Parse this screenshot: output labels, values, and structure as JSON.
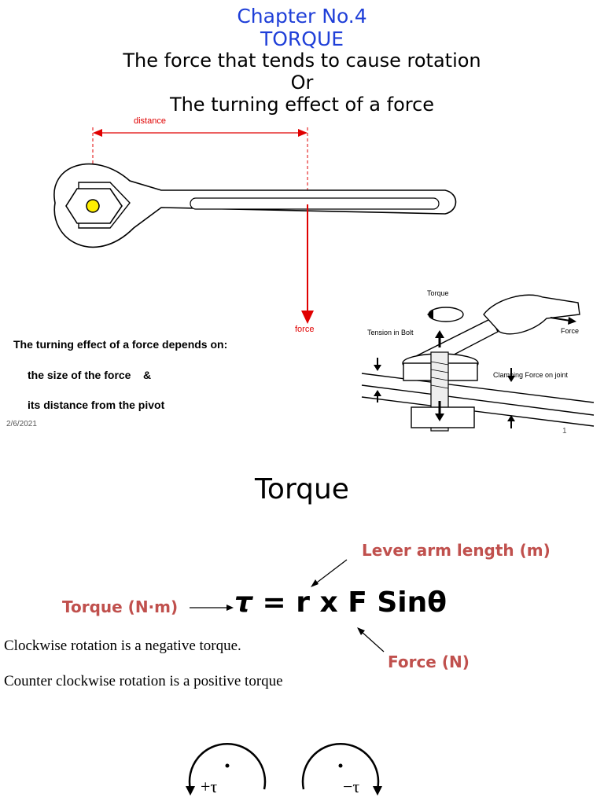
{
  "slide1": {
    "chapter": "Chapter No.4",
    "title": "TORQUE",
    "definition1": "The force that tends to cause rotation",
    "or": "Or",
    "definition2": "The turning effect of a force",
    "wrench_labels": {
      "distance": "distance",
      "force": "force"
    },
    "bolt_diagram_labels": {
      "torque": "Torque",
      "tension": "Tension in Bolt",
      "force": "Force",
      "clamping": "Clamping Force on joint"
    },
    "depends_heading": "The turning effect of a force depends on:",
    "factor1": "the size of the force    &",
    "factor2": "its distance from the pivot",
    "date": "2/6/2021",
    "page_number": "1"
  },
  "slide2": {
    "title": "Torque",
    "lever_arm_label": "Lever arm length (m)",
    "torque_label": "Torque (N·m)",
    "formula_symbol": "τ",
    "formula_rest": " = r x F Sinθ",
    "force_label": "Force (N)",
    "clockwise_text": "Clockwise rotation is a negative torque.",
    "counter_text": "Counter clockwise rotation is a positive torque",
    "ccw_symbol": "+τ",
    "cw_symbol": "−τ"
  },
  "colors": {
    "heading_blue": "#1f3fd8",
    "label_rose": "#c0504d",
    "diagram_red": "#e00000",
    "bolt_yellow": "#ffee00"
  }
}
